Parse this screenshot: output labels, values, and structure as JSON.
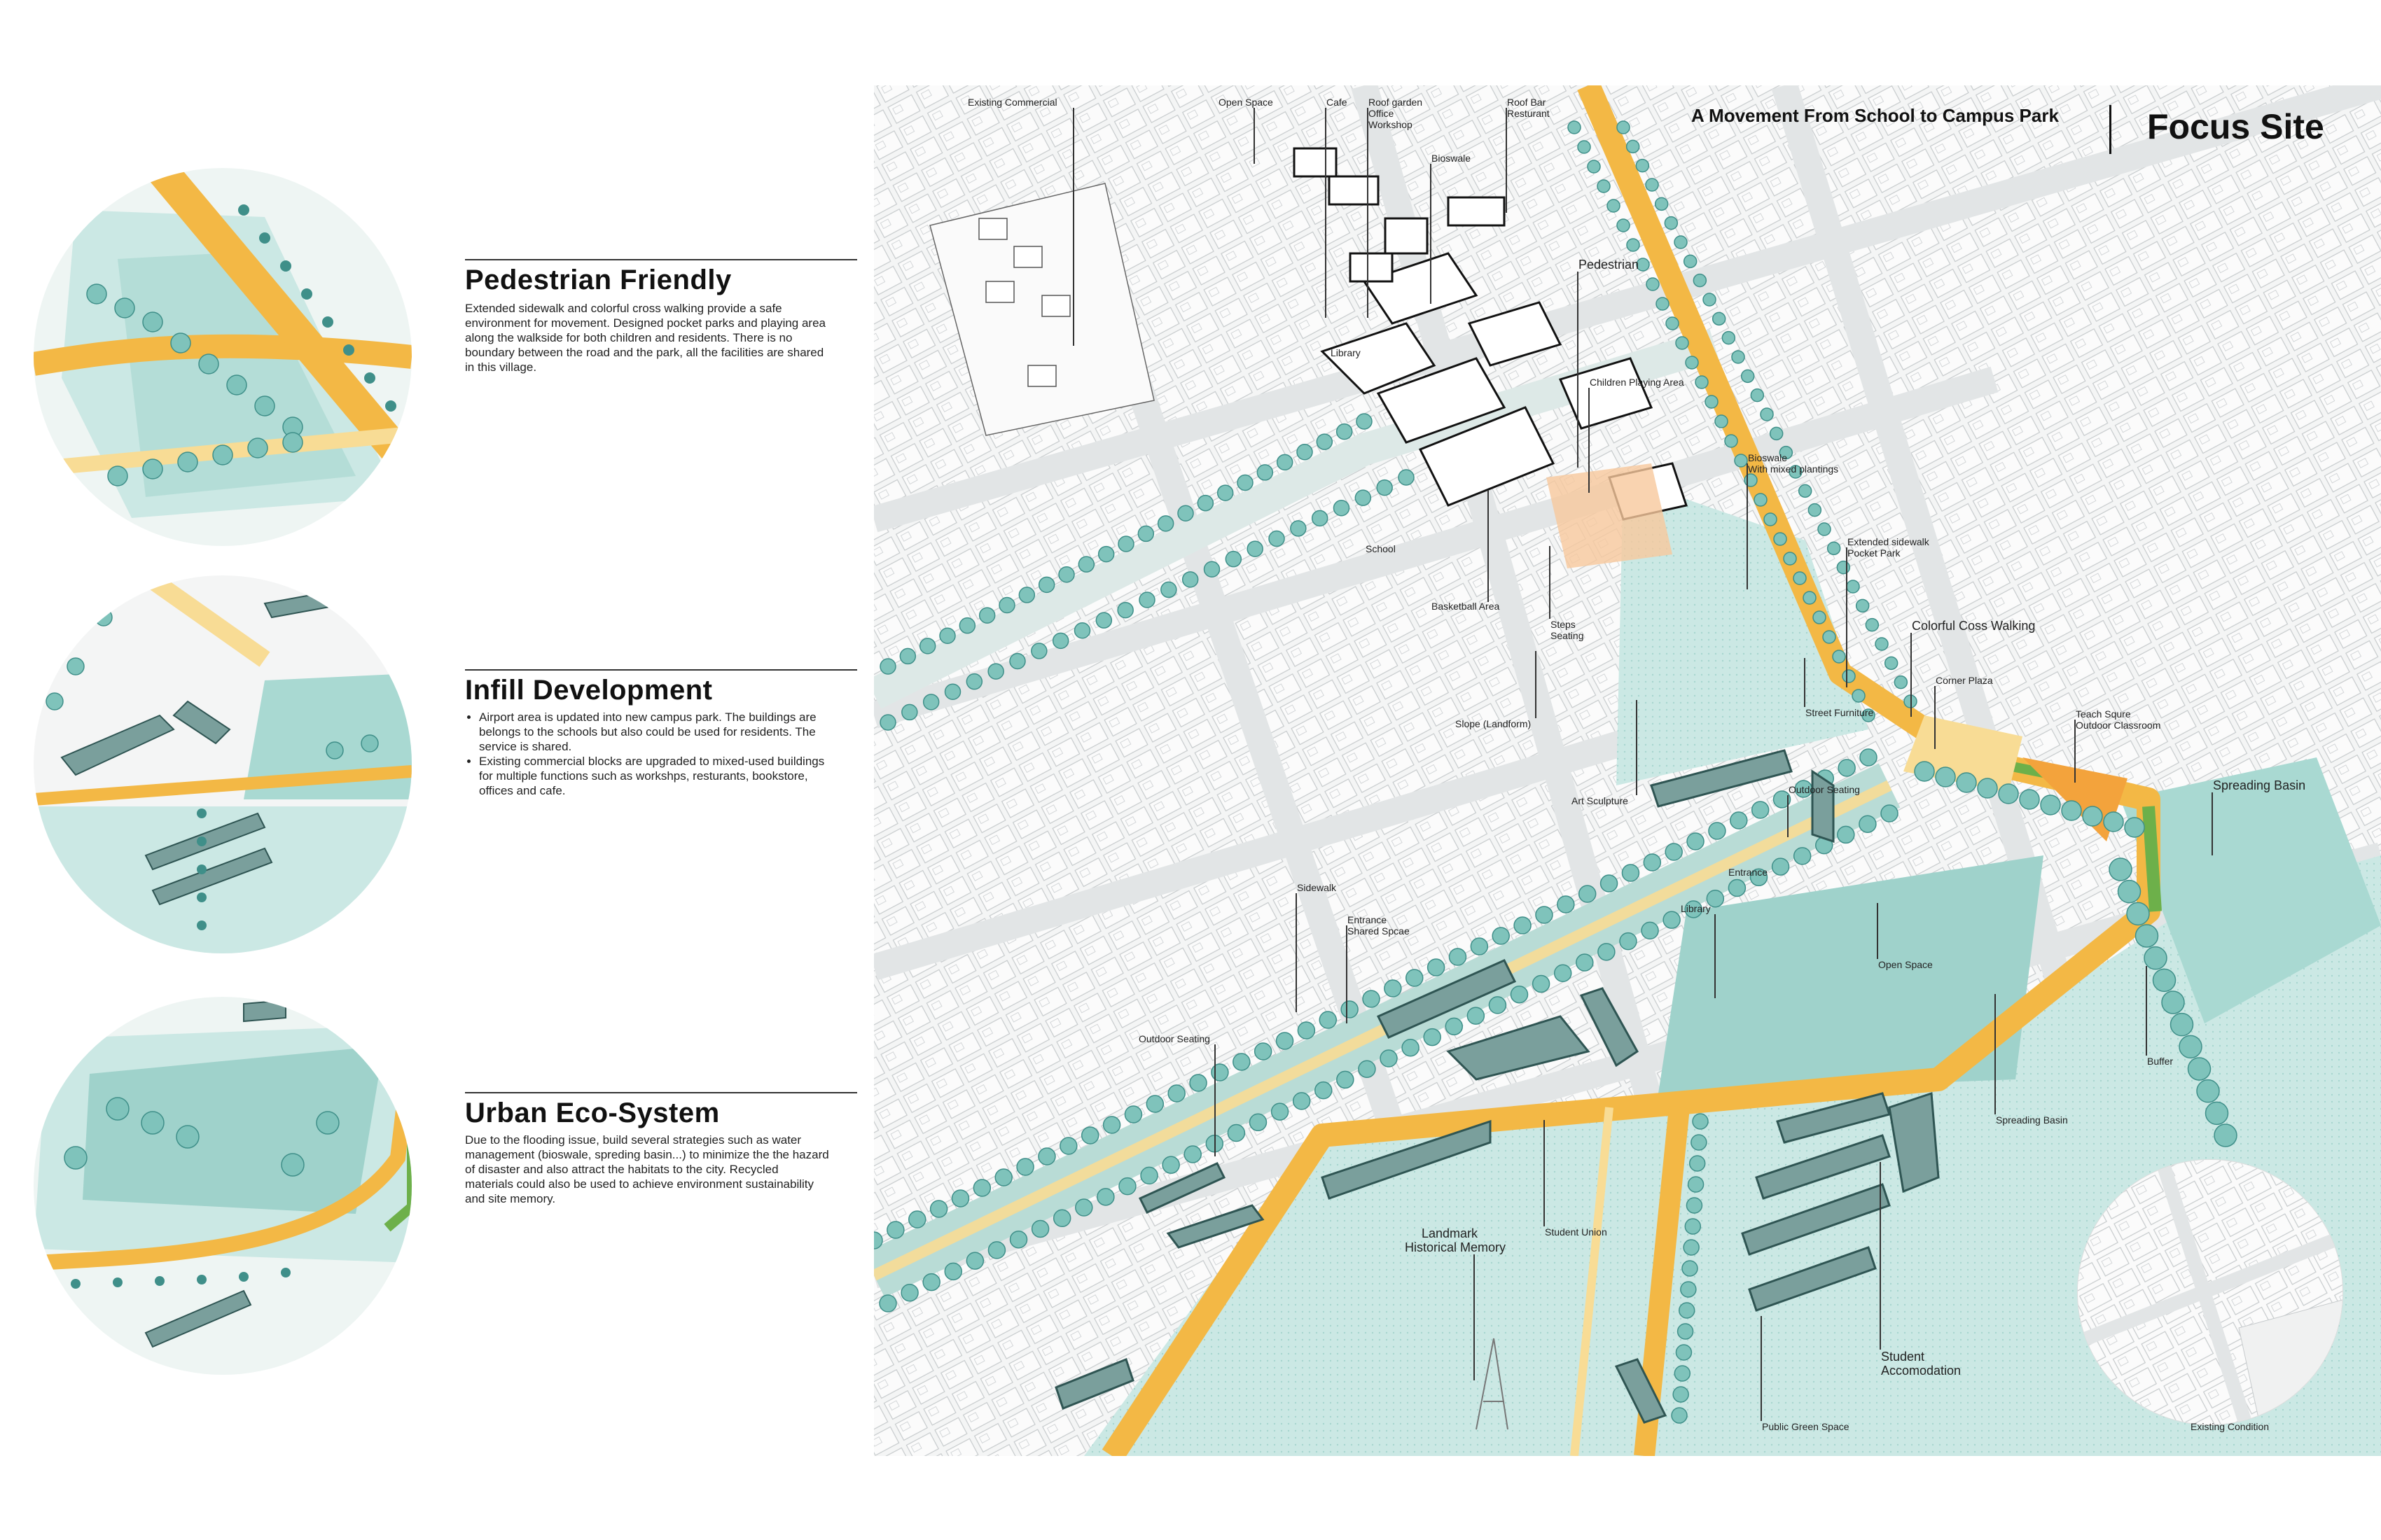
{
  "header": {
    "subtitle": "A Movement From School to Campus Park",
    "title": "Focus Site"
  },
  "sections": [
    {
      "title": "Pedestrian Friendly",
      "body": "Extended sidewalk and colorful cross walking provide a safe environment for movement. Designed pocket parks and playing area along the walkside for both children and residents. There is no boundary between the road and the park, all the facilities are shared in this village."
    },
    {
      "title": "Infill Development",
      "bullets": [
        "Airport area is updated into new campus park. The buildings are belongs to the schools but also could be used for residents. The service is shared.",
        "Existing commercial blocks are upgraded to mixed-used buildings for multiple functions such as workshps, resturants, bookstore, offices and cafe."
      ]
    },
    {
      "title": "Urban Eco-System",
      "body": "Due to the flooding issue, build several strategies such as water management (bioswale, spreding basin...) to minimize the the hazard of disaster and also attract the habitats to the city. Recycled materials could also be used to achieve environment sustainability and site memory."
    }
  ],
  "map_labels": {
    "existing_commercial": "Existing Commercial",
    "open_space_top": "Open Space",
    "cafe": "Cafe",
    "roof_garden_1": "Roof garden",
    "roof_garden_2": "Office",
    "roof_garden_3": "Workshop",
    "roof_bar_1": "Roof Bar",
    "roof_bar_2": "Resturant",
    "bioswale_top": "Bioswale",
    "pedestrian": "Pedestrian",
    "library_top": "Library",
    "children_playing": "Children Playing Area",
    "bioswale_mixed_1": "Bioswale",
    "bioswale_mixed_2": "With mixed plantings",
    "school": "School",
    "extended_sidewalk_1": "Extended sidewalk",
    "extended_sidewalk_2": "Pocket Park",
    "basketball": "Basketball Area",
    "steps_1": "Steps",
    "steps_2": "Seating",
    "colorful": "Colorful Coss Walking",
    "corner_plaza": "Corner Plaza",
    "street_furniture": "Street Furniture",
    "teach_1": "Teach Squre",
    "teach_2": "Outdoor Classroom",
    "slope": "Slope (Landform)",
    "spreading_basin_top": "Spreading Basin",
    "art_sculpture": "Art Sculpture",
    "outdoor_seating_mid": "Outdoor Seating",
    "entrance_mid": "Entrance",
    "sidewalk": "Sidewalk",
    "entrance_shared_1": "Entrance",
    "entrance_shared_2": "Shared Spcae",
    "library_mid": "Library",
    "open_space_mid": "Open Space",
    "outdoor_seating_left": "Outdoor Seating",
    "buffer": "Buffer",
    "spreading_basin_low": "Spreading Basin",
    "landmark_1": "Landmark",
    "landmark_2": "Historical Memory",
    "student_union": "Student Union",
    "student_acc_1": "Student",
    "student_acc_2": "Accomodation",
    "public_green": "Public Green Space",
    "existing_condition": "Existing Condition"
  },
  "colors": {
    "accent_orange": "#f3b845",
    "light_orange": "#f8dc95",
    "teal": "#7fc3bb",
    "dark_teal": "#3f8f89",
    "light_teal": "#cbe8e4",
    "green": "#6db04a",
    "road_grey": "#dfe2e3",
    "building_stroke": "#9aa0a3"
  }
}
